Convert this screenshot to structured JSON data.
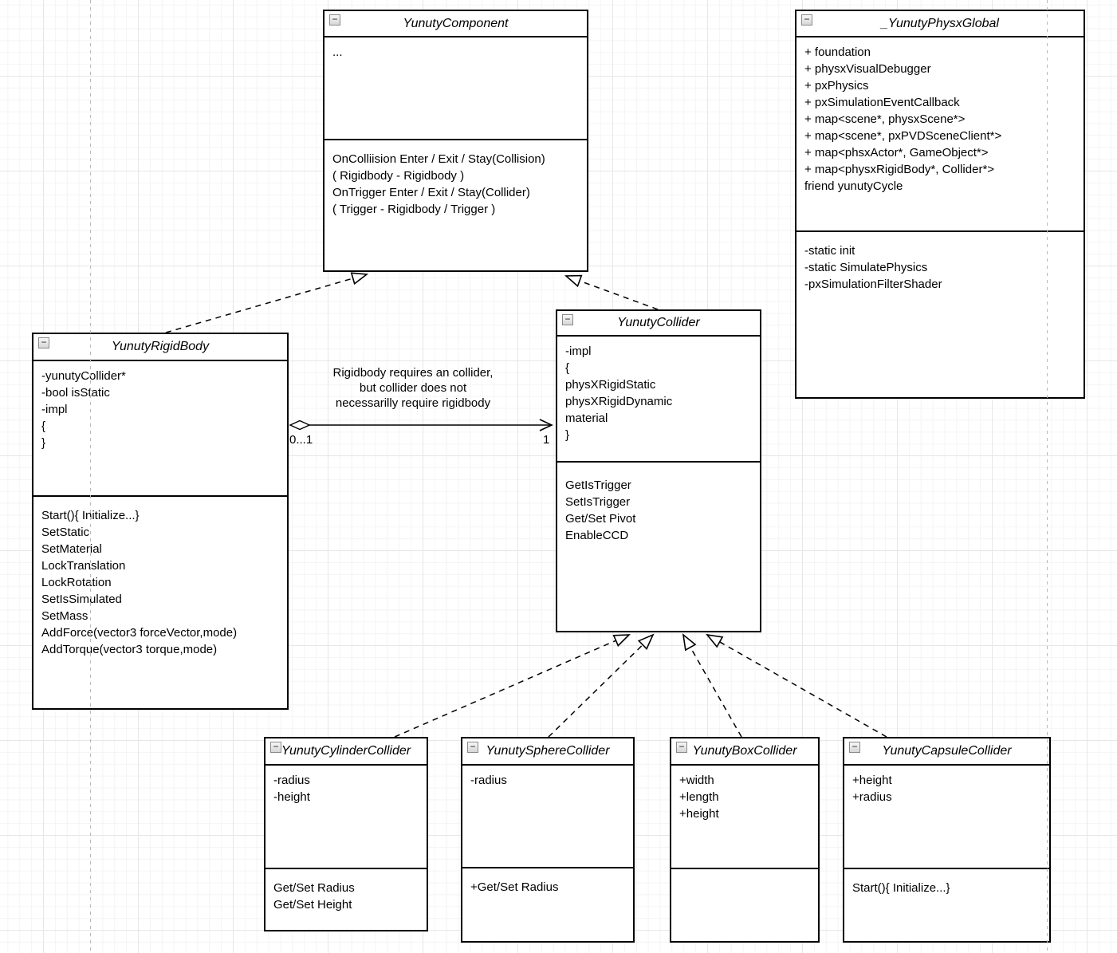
{
  "colors": {
    "box_border": "#000000",
    "box_fill": "#ffffff",
    "grid_minor": "#f4f4f4",
    "grid_major": "#e7e7e7",
    "page_break_line": "#b9b9b9"
  },
  "icons": {
    "collapse_glyph": "−",
    "collapse_name": "collapse-minus-icon"
  },
  "association": {
    "note_lines": {
      "line1": "Rigidbody requires an collider,",
      "line2": "but collider does not",
      "line3": "necessarilly require rigidbody"
    },
    "source_multiplicity": "0...1",
    "target_multiplicity": "1"
  },
  "classes": {
    "component": {
      "title": "YunutyComponent",
      "attributes": [
        "..."
      ],
      "methods": [
        "OnColliision Enter / Exit / Stay(Collision)",
        "( Rigidbody - Rigidbody )",
        "OnTrigger Enter / Exit / Stay(Collider)",
        "( Trigger - Rigidbody / Trigger )"
      ]
    },
    "physx_global": {
      "title": "_YunutyPhysxGlobal",
      "attributes": [
        "+ foundation",
        "+ physxVisualDebugger",
        "+ pxPhysics",
        "+ pxSimulationEventCallback",
        "+ map<scene*, physxScene*>",
        "+ map<scene*, pxPVDSceneClient*>",
        "+ map<phsxActor*, GameObject*>",
        "+ map<physxRigidBody*, Collider*>",
        "friend yunutyCycle"
      ],
      "methods": [
        "-static init",
        "-static SimulatePhysics",
        "-pxSimulationFilterShader"
      ]
    },
    "rigid_body": {
      "title": "YunutyRigidBody",
      "attributes": [
        "-yunutyCollider*",
        "-bool isStatic",
        "-impl",
        "{",
        "}"
      ],
      "methods": [
        "Start(){ Initialize...}",
        "SetStatic",
        "SetMaterial",
        "LockTranslation",
        "LockRotation",
        "SetIsSimulated",
        "SetMass",
        "AddForce(vector3 forceVector,mode)",
        "AddTorque(vector3 torque,mode)"
      ]
    },
    "collider": {
      "title": "YunutyCollider",
      "attributes": [
        "-impl",
        "{",
        "physXRigidStatic",
        "physXRigidDynamic",
        "material",
        "}"
      ],
      "methods": [
        "GetIsTrigger",
        "SetIsTrigger",
        "Get/Set Pivot",
        "EnableCCD"
      ]
    },
    "cylinder": {
      "title": "YunutyCylinderCollider",
      "attributes": [
        "-radius",
        "-height"
      ],
      "methods": [
        "Get/Set Radius",
        "Get/Set Height"
      ]
    },
    "sphere": {
      "title": "YunutySphereCollider",
      "attributes": [
        "-radius"
      ],
      "methods": [
        "+Get/Set Radius"
      ]
    },
    "box": {
      "title": "YunutyBoxCollider",
      "attributes": [
        "+width",
        "+length",
        "+height"
      ],
      "methods": []
    },
    "capsule": {
      "title": "YunutyCapsuleCollider",
      "attributes": [
        "+height",
        "+radius"
      ],
      "methods": [
        "Start(){ Initialize...}"
      ]
    }
  }
}
